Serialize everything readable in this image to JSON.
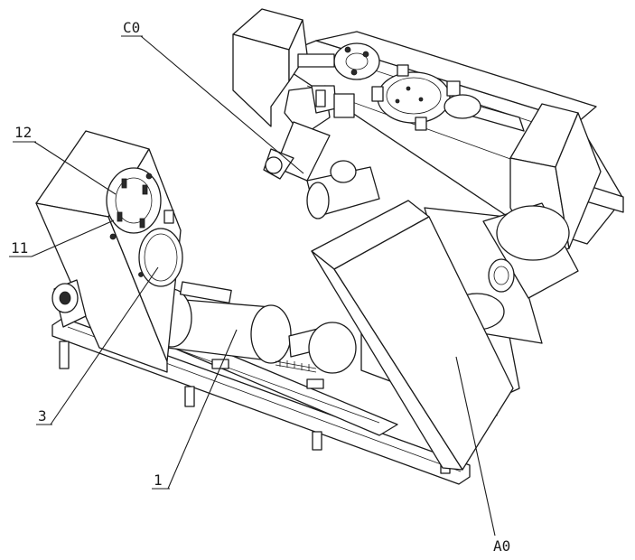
{
  "figure": {
    "labels": {
      "c0": "C0",
      "l12": "12",
      "l11": "11",
      "l3": "3",
      "l1": "1",
      "a0": "A0"
    }
  }
}
